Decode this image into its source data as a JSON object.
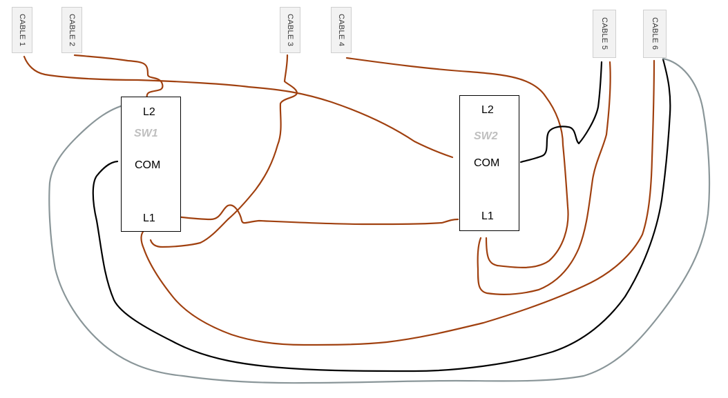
{
  "cables": [
    {
      "id": "c1",
      "label": "CABLE 1"
    },
    {
      "id": "c2",
      "label": "CABLE 2"
    },
    {
      "id": "c3",
      "label": "CABLE 3"
    },
    {
      "id": "c4",
      "label": "CABLE 4"
    },
    {
      "id": "c5",
      "label": "CABLE 5"
    },
    {
      "id": "c6",
      "label": "CABLE 6"
    }
  ],
  "switches": {
    "sw1": {
      "name": "SW1",
      "l2": "L2",
      "com": "COM",
      "l1": "L1"
    },
    "sw2": {
      "name": "SW2",
      "l2": "L2",
      "com": "COM",
      "l1": "L1"
    }
  },
  "wire_colors": {
    "brown": "#a0400f",
    "black": "#000000",
    "grey": "#8a9699"
  }
}
